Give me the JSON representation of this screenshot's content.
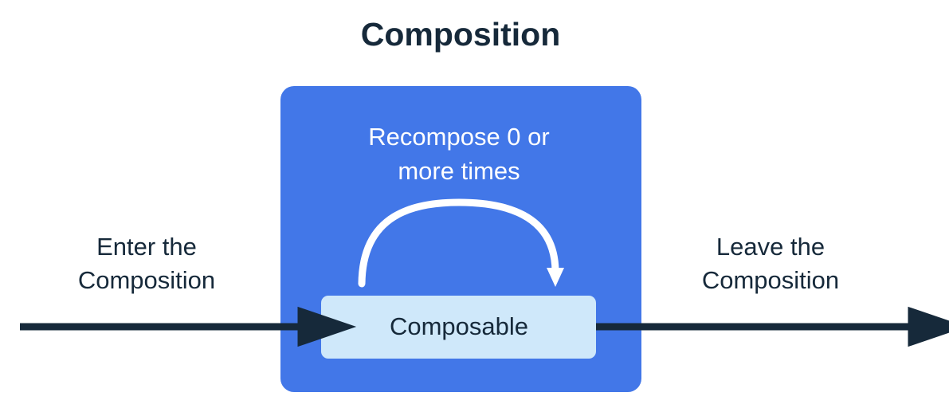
{
  "title": "Composition",
  "composition_box": {
    "recompose_label_line1": "Recompose 0 or",
    "recompose_label_line2": "more times",
    "node_label": "Composable",
    "fill_color": "#4277e8",
    "node_fill_color": "#cfe8fa",
    "node_text_color": "#16293a",
    "loop_arrow_color": "#ffffff"
  },
  "flow": {
    "enter_label_line1": "Enter the",
    "enter_label_line2": "Composition",
    "leave_label_line1": "Leave the",
    "leave_label_line2": "Composition",
    "arrow_color": "#16293a"
  },
  "colors": {
    "background": "#ffffff",
    "title": "#16293a",
    "accent_blue": "#4277e8",
    "light_blue": "#cfe8fa",
    "dark_navy": "#16293a",
    "white": "#ffffff"
  }
}
